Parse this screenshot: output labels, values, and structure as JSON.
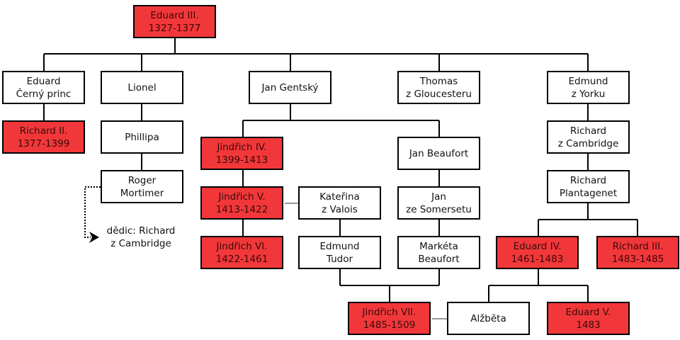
{
  "colors": {
    "ruler": "#f2373a",
    "other": "#ffffff",
    "marriage_line": "#999999"
  },
  "people": {
    "eduard3": {
      "l1": "Eduard III.",
      "l2": "1327-1377"
    },
    "cerny": {
      "l1": "Eduard",
      "l2": "Černý princ"
    },
    "lionel": {
      "l1": "Lionel"
    },
    "gentsky": {
      "l1": "Jan Gentský"
    },
    "thomas": {
      "l1": "Thomas",
      "l2": "z Gloucesteru"
    },
    "edmund_york": {
      "l1": "Edmund",
      "l2": "z Yorku"
    },
    "richard2": {
      "l1": "Richard II.",
      "l2": "1377-1399"
    },
    "phillipa": {
      "l1": "Phillipa"
    },
    "roger": {
      "l1": "Roger",
      "l2": "Mortimer"
    },
    "jindrich4": {
      "l1": "Jindřich IV.",
      "l2": "1399-1413"
    },
    "beaufort": {
      "l1": "Jan Beaufort"
    },
    "rich_cam": {
      "l1": "Richard",
      "l2": "z Cambridge"
    },
    "rich_plant": {
      "l1": "Richard",
      "l2": "Plantagenet"
    },
    "jindrich5": {
      "l1": "Jindřich V.",
      "l2": "1413-1422"
    },
    "katerina": {
      "l1": "Kateřina",
      "l2": "z Valois"
    },
    "somerset": {
      "l1": "Jan",
      "l2": "ze Somersetu"
    },
    "jindrich6": {
      "l1": "Jindřich VI.",
      "l2": "1422-1461"
    },
    "tudor": {
      "l1": "Edmund",
      "l2": "Tudor"
    },
    "marketa": {
      "l1": "Markéta",
      "l2": "Beaufort"
    },
    "eduard4": {
      "l1": "Eduard IV.",
      "l2": "1461-1483"
    },
    "richard3": {
      "l1": "Richard III.",
      "l2": "1483-1485"
    },
    "jindrich7": {
      "l1": "Jindřich VII.",
      "l2": "1485-1509"
    },
    "alzbeta": {
      "l1": "Alžběta"
    },
    "eduard5": {
      "l1": "Eduard V.",
      "l2": "1483"
    }
  },
  "note": {
    "l1": "dědic: Richard",
    "l2": "z Cambridge"
  }
}
